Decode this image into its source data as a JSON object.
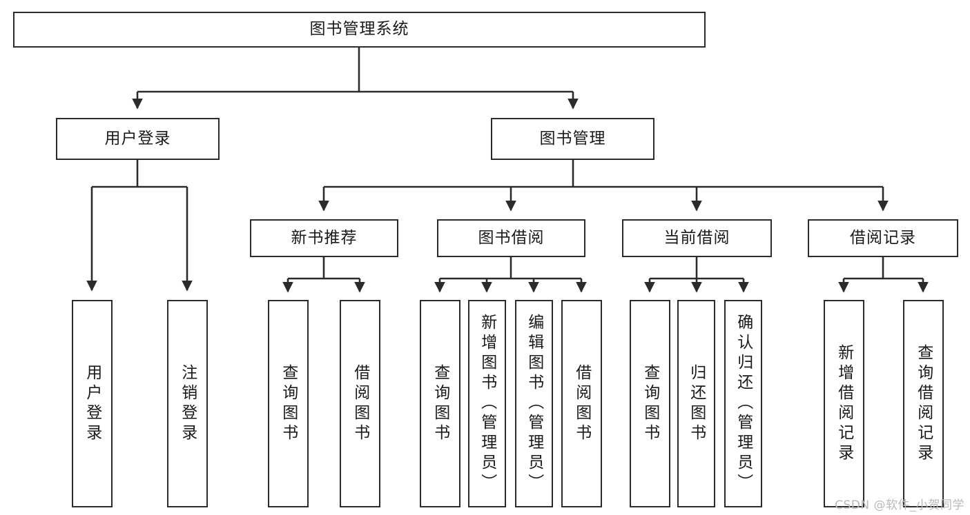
{
  "diagram": {
    "title": "图书管理系统",
    "type": "tree-hierarchy-chart",
    "root": {
      "id": "root",
      "label": "图书管理系统"
    },
    "level2": [
      {
        "id": "user-login",
        "label": "用户登录"
      },
      {
        "id": "book-manage",
        "label": "图书管理"
      }
    ],
    "level3": [
      {
        "id": "new-book-rec",
        "label": "新书推荐",
        "parent": "book-manage"
      },
      {
        "id": "book-borrow",
        "label": "图书借阅",
        "parent": "book-manage"
      },
      {
        "id": "current-borrow",
        "label": "当前借阅",
        "parent": "book-manage"
      },
      {
        "id": "borrow-record",
        "label": "借阅记录",
        "parent": "book-manage"
      }
    ],
    "leaves": [
      {
        "id": "leaf-user-login",
        "label": "用户登录",
        "parent": "user-login"
      },
      {
        "id": "leaf-logout",
        "label": "注销登录",
        "parent": "user-login"
      },
      {
        "id": "leaf-query-book-1",
        "label": "查询图书",
        "parent": "new-book-rec"
      },
      {
        "id": "leaf-borrow-book-1",
        "label": "借阅图书",
        "parent": "new-book-rec"
      },
      {
        "id": "leaf-query-book-2",
        "label": "查询图书",
        "parent": "book-borrow"
      },
      {
        "id": "leaf-add-book",
        "label": "新增图书（管理员）",
        "parent": "book-borrow"
      },
      {
        "id": "leaf-edit-book",
        "label": "编辑图书（管理员）",
        "parent": "book-borrow"
      },
      {
        "id": "leaf-borrow-book-2",
        "label": "借阅图书",
        "parent": "book-borrow"
      },
      {
        "id": "leaf-query-book-3",
        "label": "查询图书",
        "parent": "current-borrow"
      },
      {
        "id": "leaf-return-book",
        "label": "归还图书",
        "parent": "current-borrow"
      },
      {
        "id": "leaf-confirm-return",
        "label": "确认归还（管理员）",
        "parent": "current-borrow"
      },
      {
        "id": "leaf-add-record",
        "label": "新增借阅记录",
        "parent": "borrow-record"
      },
      {
        "id": "leaf-query-record",
        "label": "查询借阅记录",
        "parent": "borrow-record"
      }
    ]
  },
  "watermark": {
    "text": "CSDN @软件_小贺同学"
  },
  "colors": {
    "stroke": "#2b2b2b",
    "fill": "#ffffff",
    "text": "#1a1a1a",
    "watermark": "#b9b9b9"
  }
}
